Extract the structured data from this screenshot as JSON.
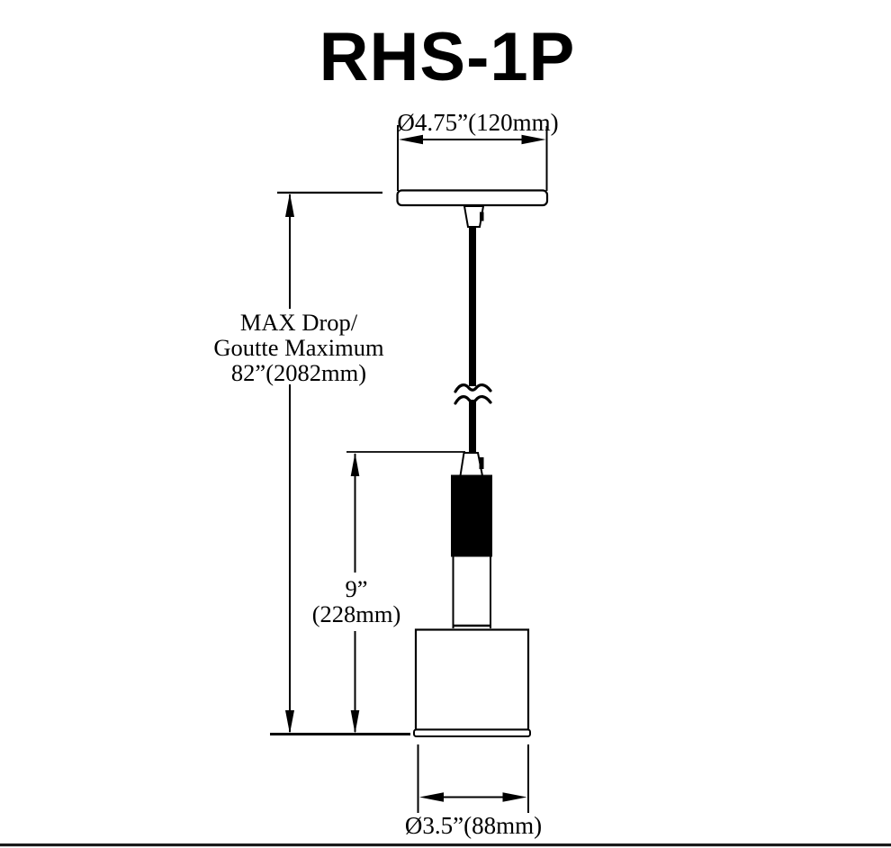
{
  "drawing": {
    "title": "RHS-1P",
    "ink_color": "#000000",
    "background_color": "#ffffff"
  },
  "dimensions": {
    "canopy_diameter_label": "Ø4.75”(120mm)",
    "max_drop": {
      "line1": "MAX Drop/",
      "line2": "Goutte Maximum",
      "line3": "82”(2082mm)"
    },
    "fixture_height": {
      "line1": "9”",
      "line2": "(228mm)"
    },
    "shade_diameter_label": "Ø3.5”(88mm)"
  }
}
